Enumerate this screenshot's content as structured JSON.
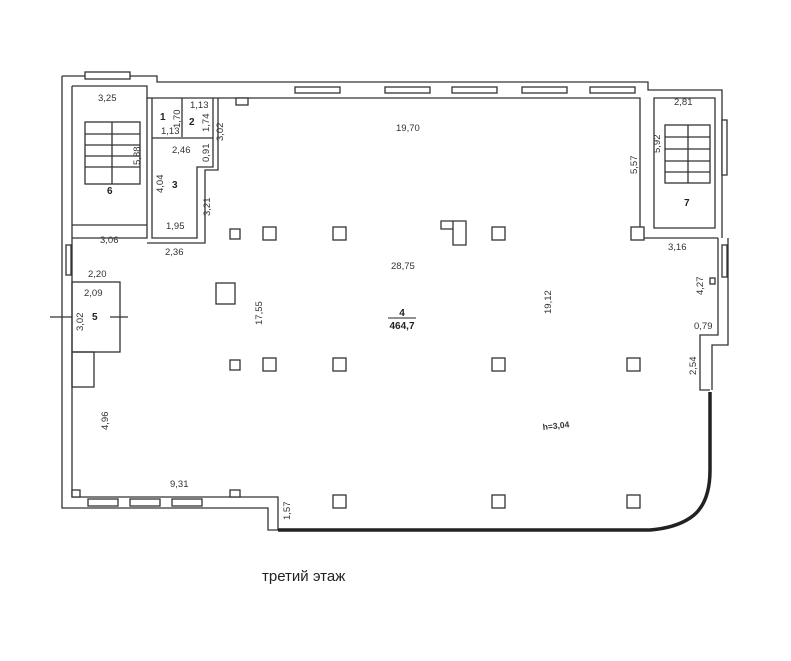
{
  "caption": "третий этаж",
  "rooms": {
    "r1": "1",
    "r2": "2",
    "r3": "3",
    "r4": "4",
    "r4_area": "464,7",
    "r5": "5",
    "r6": "6",
    "r7": "7"
  },
  "dimensions": {
    "d325": "3,25",
    "d588": "5,88",
    "d306": "3,06",
    "d170": "1,70",
    "d113a": "1,13",
    "d113b": "1,13",
    "d174": "1,74",
    "d302a": "3,02",
    "d246": "2,46",
    "d091": "0,91",
    "d404": "4,04",
    "d321": "3,21",
    "d195": "1,95",
    "d236": "2,36",
    "d1970": "19,70",
    "d2875": "28,75",
    "d1755": "17,55",
    "d1912": "19,12",
    "d281": "2,81",
    "d592": "5,92",
    "d557": "5,57",
    "d316": "3,16",
    "d220": "2,20",
    "d209": "2,09",
    "d302b": "3,02",
    "d496": "4,96",
    "d931": "9,31",
    "d157": "1,57",
    "d427": "4,27",
    "d079": "0,79",
    "d254": "2,54",
    "height": "h=3,04"
  }
}
